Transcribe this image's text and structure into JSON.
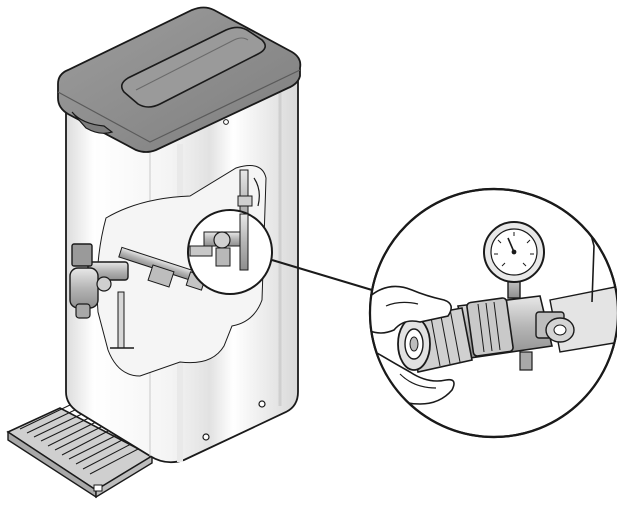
{
  "diagram": {
    "kind": "product-service-illustration",
    "parts": [
      "lid-icon",
      "tank-body",
      "faucet-icon",
      "drip-tray-icon",
      "cutaway-plumbing",
      "detail-callout",
      "pressure-gauge-icon",
      "hand-icon",
      "valve-fitting-icon"
    ]
  },
  "colors": {
    "outline": "#1a1a1a",
    "lid_fill": "#8c8c8c",
    "lid_handle_fill": "#9a9a9a",
    "body_fill": "#f3f3f3",
    "body_shade": "#d9d9d9",
    "tray_fill": "#cfcfcf",
    "metal_fill": "#bdbdbd",
    "background": "#ffffff"
  }
}
